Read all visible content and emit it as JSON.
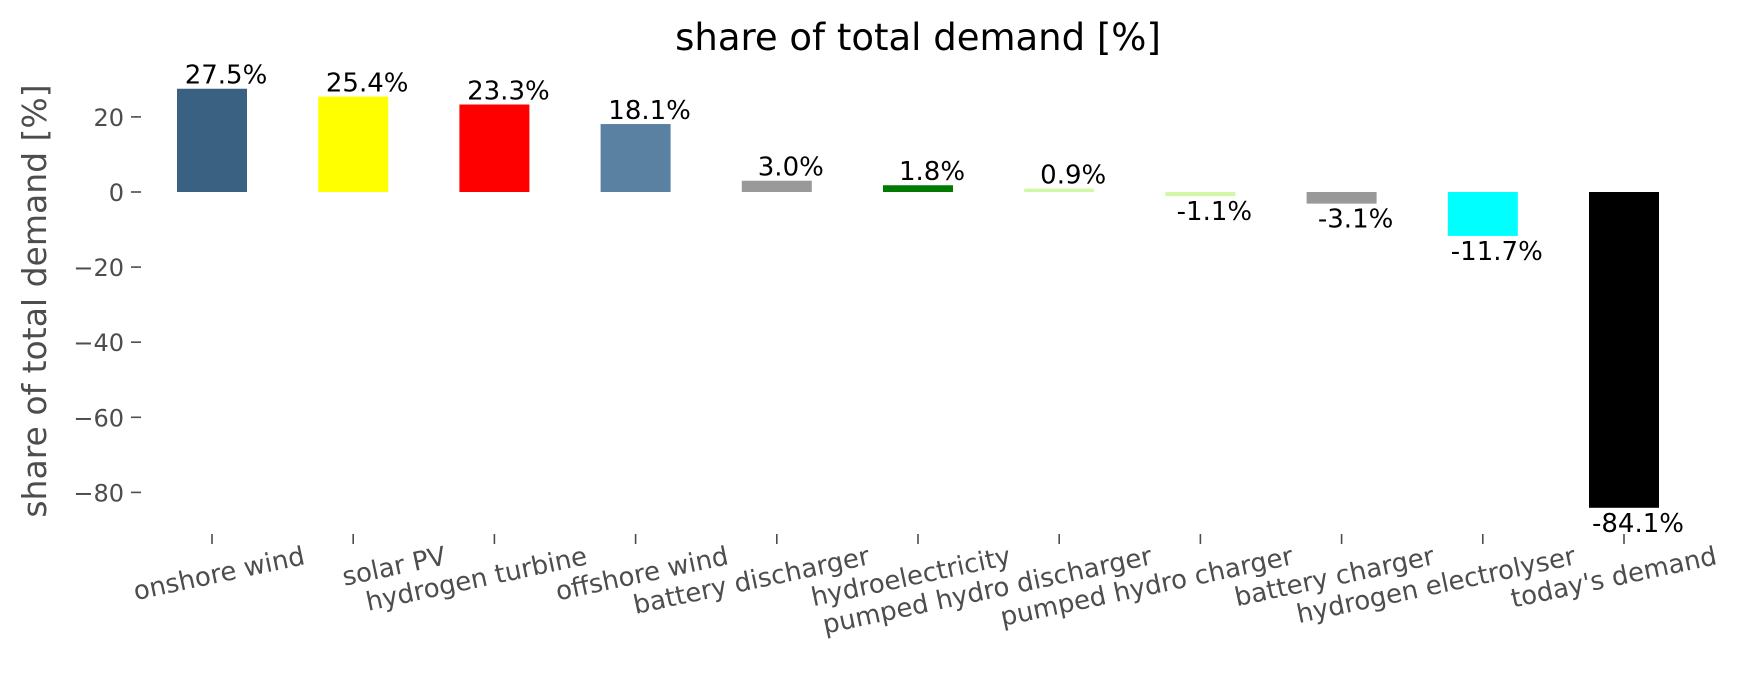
{
  "chart_data": {
    "type": "bar",
    "title": "share of total demand [%]",
    "xlabel": "",
    "ylabel": "share of total demand [%]",
    "ylim": [
      -90,
      33
    ],
    "yticks": [
      20,
      0,
      -20,
      -40,
      -60,
      -80
    ],
    "ytick_labels": [
      "20",
      "0",
      "−20",
      "−40",
      "−60",
      "−80"
    ],
    "grid": false,
    "categories": [
      "onshore wind",
      "solar PV",
      "hydrogen turbine",
      "offshore wind",
      "battery discharger",
      "hydroelectricity",
      "pumped hydro discharger",
      "pumped hydro charger",
      "battery charger",
      "hydrogen electrolyser",
      "today's demand"
    ],
    "values": [
      27.5,
      25.4,
      23.3,
      18.1,
      3.0,
      1.8,
      0.9,
      -1.1,
      -3.1,
      -11.7,
      -84.1
    ],
    "data_labels": [
      "27.5%",
      "25.4%",
      "23.3%",
      "18.1%",
      "3.0%",
      "1.8%",
      "0.9%",
      "-1.1%",
      "-3.1%",
      "-11.7%",
      "-84.1%"
    ],
    "colors": [
      "#3b6182",
      "#ffff00",
      "#ff0000",
      "#5b81a2",
      "#999999",
      "#007a00",
      "#d3f7a8",
      "#d3f7a8",
      "#999999",
      "#00ffff",
      "#000000"
    ]
  }
}
